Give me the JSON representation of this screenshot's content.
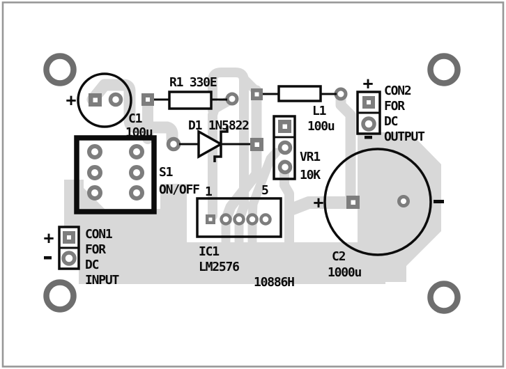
{
  "board": {
    "type": "pcb-component-layout",
    "code": "10886H"
  },
  "colors": {
    "background": "#ffffff",
    "trace": "#d8d8d8",
    "pad": "#7d7d7d",
    "mount_ring": "#6e6e6e",
    "silkscreen": "#0c0c0c",
    "frame": "#979797"
  },
  "labels": {
    "r1": "R1 330E",
    "c1_ref": "C1",
    "c1_value": "100u",
    "d1": "D1 1N5822",
    "l1_ref": "L1",
    "l1_value": "100u",
    "vr1_ref": "VR1",
    "vr1_value": "10K",
    "s1_ref": "S1",
    "s1_value": "ON/OFF",
    "ic1_pin_first": "1",
    "ic1_pin_last": "5",
    "ic1_ref": "IC1",
    "ic1_value": "LM2576",
    "c2_ref": "C2",
    "c2_value": "1000u",
    "con1_ref": "CON1",
    "con1_line1": "FOR",
    "con1_line2": "DC",
    "con1_line3": "INPUT",
    "con2_ref": "CON2",
    "con2_line1": "FOR",
    "con2_line2": "DC",
    "con2_line3": "OUTPUT",
    "board_code": "10886H",
    "plus": "+"
  }
}
